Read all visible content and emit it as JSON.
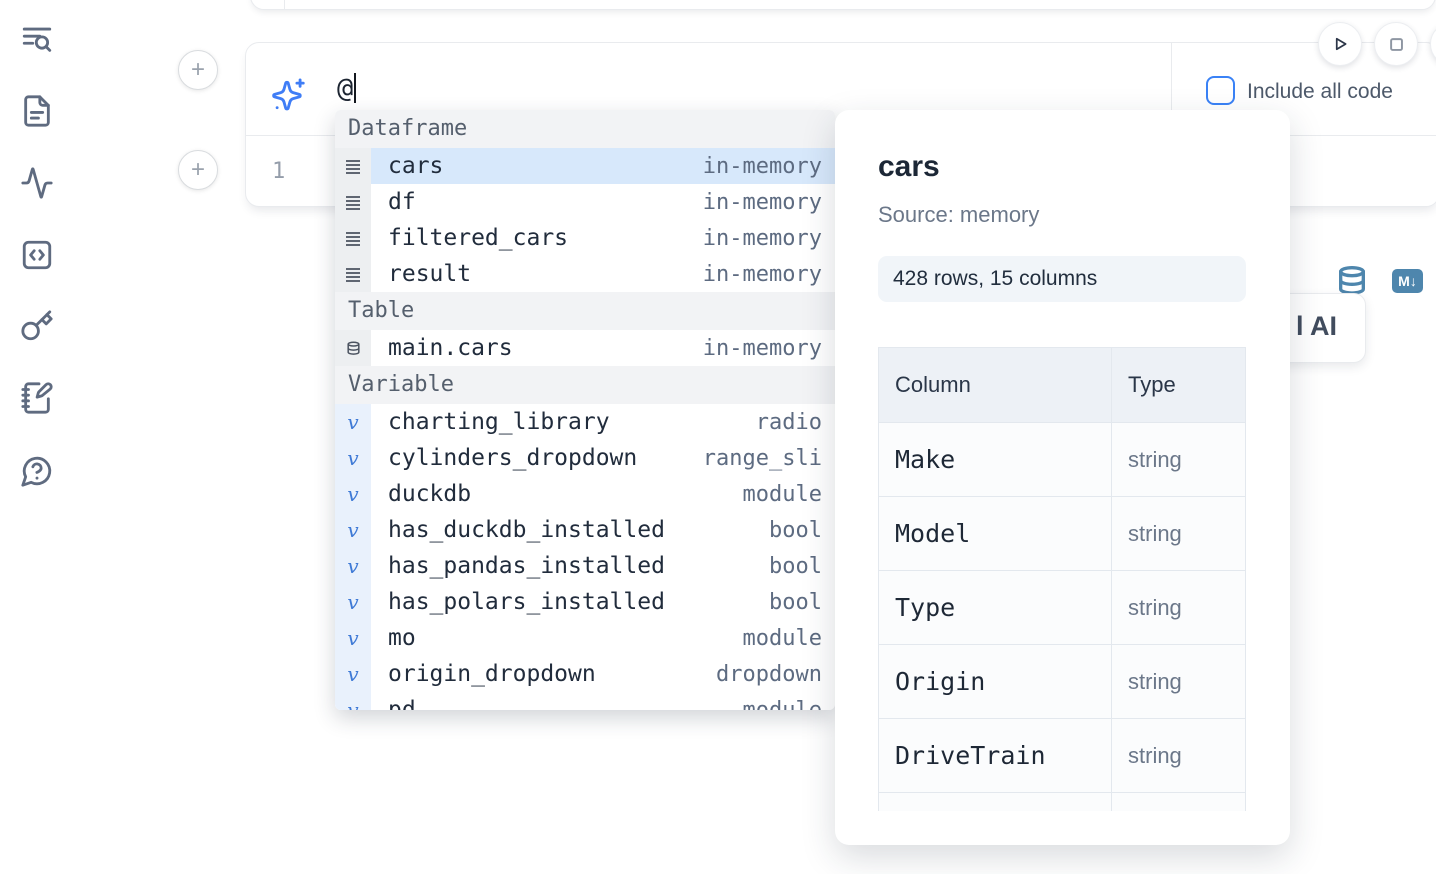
{
  "sidebar": {
    "items": [
      {
        "icon": "text-search-icon"
      },
      {
        "icon": "file-text-icon"
      },
      {
        "icon": "activity-icon"
      },
      {
        "icon": "code-square-icon"
      },
      {
        "icon": "key-icon"
      },
      {
        "icon": "notebook-pen-icon"
      },
      {
        "icon": "help-circle-icon"
      }
    ]
  },
  "toolbar": {
    "buttons": [
      {
        "icon": "play-icon"
      },
      {
        "icon": "stop-icon"
      }
    ]
  },
  "cell": {
    "ai_prompt": {
      "value": "@"
    },
    "include_all_code": {
      "label": "Include all code",
      "checked": false
    },
    "editor": {
      "line_number": "1"
    },
    "output_icons": {
      "database": "database-icon",
      "markdown_badge": "M↓"
    }
  },
  "autocomplete": {
    "sections": [
      {
        "label": "Dataframe",
        "kind": "dataframe",
        "items": [
          {
            "name": "cars",
            "type": "in-memory",
            "selected": true
          },
          {
            "name": "df",
            "type": "in-memory"
          },
          {
            "name": "filtered_cars",
            "type": "in-memory"
          },
          {
            "name": "result",
            "type": "in-memory"
          }
        ]
      },
      {
        "label": "Table",
        "kind": "table",
        "items": [
          {
            "name": "main.cars",
            "type": "in-memory"
          }
        ]
      },
      {
        "label": "Variable",
        "kind": "variable",
        "items": [
          {
            "name": "charting_library",
            "type": "radio"
          },
          {
            "name": "cylinders_dropdown",
            "type": "range_sli"
          },
          {
            "name": "duckdb",
            "type": "module"
          },
          {
            "name": "has_duckdb_installed",
            "type": "bool"
          },
          {
            "name": "has_pandas_installed",
            "type": "bool"
          },
          {
            "name": "has_polars_installed",
            "type": "bool"
          },
          {
            "name": "mo",
            "type": "module"
          },
          {
            "name": "origin_dropdown",
            "type": "dropdown"
          },
          {
            "name": "pd",
            "type": "module"
          }
        ]
      }
    ]
  },
  "preview": {
    "title": "cars",
    "source": "Source: memory",
    "stats": "428 rows, 15 columns",
    "table": {
      "headers": [
        "Column",
        "Type"
      ],
      "rows": [
        {
          "column": "Make",
          "type": "string"
        },
        {
          "column": "Model",
          "type": "string"
        },
        {
          "column": "Type",
          "type": "string"
        },
        {
          "column": "Origin",
          "type": "string"
        },
        {
          "column": "DriveTrain",
          "type": "string"
        }
      ]
    }
  },
  "ai_card": {
    "visible_label": "l AI"
  },
  "colors": {
    "accent_blue": "#3a82f6",
    "steel_blue": "#4e86ad",
    "selection_blue": "#d7e8fb",
    "sidebar_icon": "#5f6b80"
  }
}
